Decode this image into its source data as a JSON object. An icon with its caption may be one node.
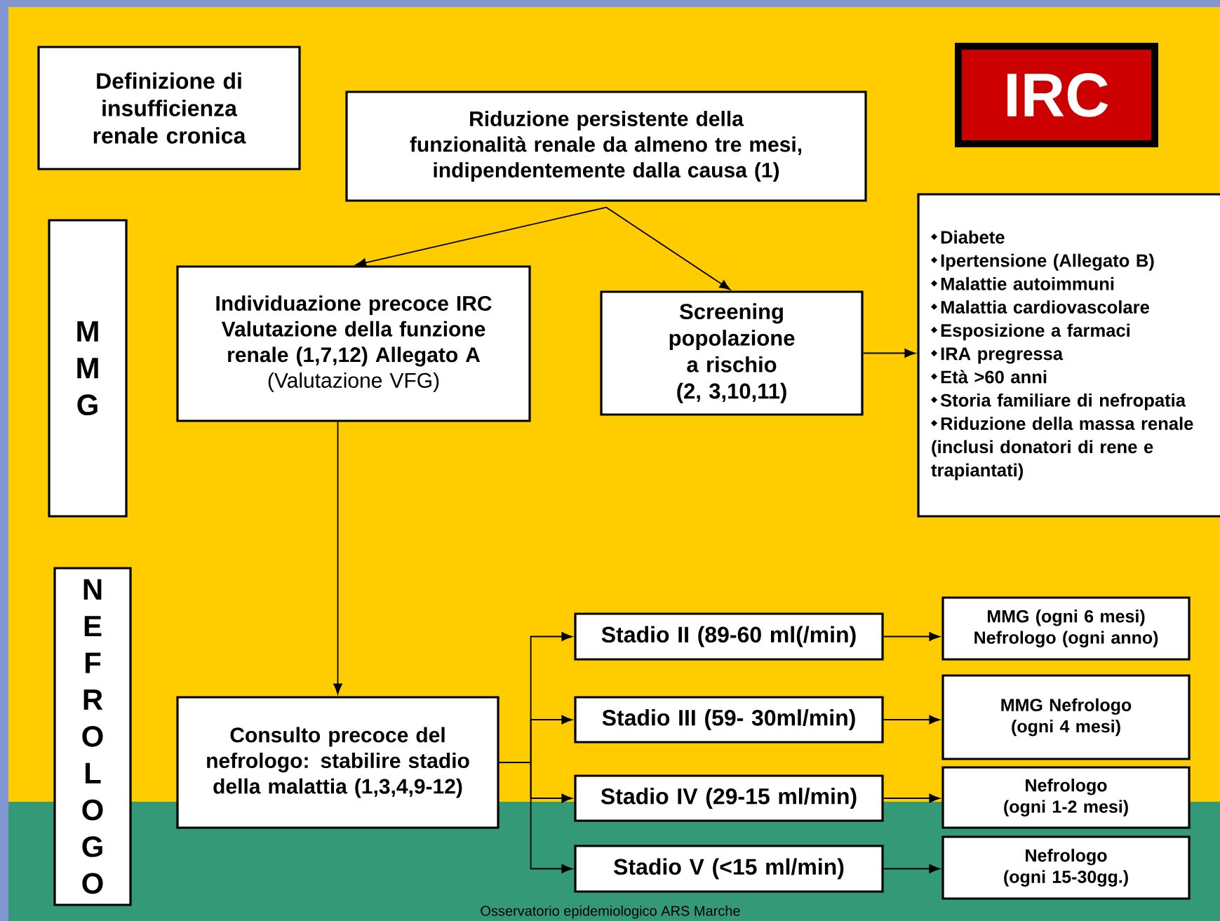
{
  "diagram": {
    "nodes": [
      {
        "text": [
          "Definizione di insufficienza renale cronica"
        ]
      },
      {
        "text": [
          "IRC"
        ]
      },
      {
        "text": [
          "Riduzione persistente della funzionalità renale  da almeno tre mesi, indipendentemente dalla causa (1)"
        ]
      },
      {
        "text": [
          "MMG"
        ]
      },
      {
        "text": [
          "Individuazione precoce IRC",
          "Valutazione della funzione renale (1,7,12) Allegato A",
          "(Valutazione VFG)"
        ]
      },
      {
        "text": [
          "Screening popolazione a rischio (2, 3,10,11)"
        ]
      },
      {
        "text": [
          "Diabete",
          "Ipertensione (Allegato B)",
          "Malattie autoimmuni",
          "Malattia cardiovascolare",
          "Esposizione a farmaci",
          "IRA pregressa",
          "Età >60 anni",
          "Storia familiare di nefropatia",
          "Riduzione della massa renale (inclusi donatori di rene e trapiantati)"
        ]
      },
      {
        "text": [
          "NEFROLOGO"
        ]
      },
      {
        "text": [
          "Consulto precoce del nefrologo: stabilire stadio della malattia (1,3,4,9-12)"
        ]
      },
      {
        "text": [
          "Stadio II (89-60 ml(/min)"
        ]
      },
      {
        "text": [
          "Stadio III (59- 30ml/min)"
        ]
      },
      {
        "text": [
          "Stadio IV (29-15 ml/min)"
        ]
      },
      {
        "text": [
          "Stadio V (<15 ml/min)"
        ]
      },
      {
        "text": [
          "MMG (ogni 6 mesi) Nefrologo (ogni anno)"
        ]
      },
      {
        "text": [
          "MMG Nefrologo (ogni  4 mesi)"
        ]
      },
      {
        "text": [
          "Nefrologo (ogni 1-2 mesi)"
        ]
      },
      {
        "text": [
          "Nefrologo (ogni 15-30gg.)"
        ]
      }
    ],
    "edges": [
      {
        "from": 2,
        "to": 4,
        "arrow": "to"
      },
      {
        "from": 2,
        "to": 5,
        "arrow": "to"
      },
      {
        "from": 5,
        "to": 6,
        "arrow": "to"
      },
      {
        "from": 4,
        "to": 8,
        "arrow": "to"
      },
      {
        "from": 8,
        "to": 9,
        "arrow": "to"
      },
      {
        "from": 8,
        "to": 10,
        "arrow": "to"
      },
      {
        "from": 8,
        "to": 11,
        "arrow": "to"
      },
      {
        "from": 8,
        "to": 12,
        "arrow": "to"
      },
      {
        "from": 9,
        "to": 13,
        "arrow": "to"
      },
      {
        "from": 10,
        "to": 14,
        "arrow": "to"
      },
      {
        "from": 11,
        "to": 15,
        "arrow": "to"
      },
      {
        "from": 12,
        "to": 16,
        "arrow": "to"
      }
    ],
    "labels": [
      "Osservatorio epidemiologico ARS Marche"
    ]
  }
}
